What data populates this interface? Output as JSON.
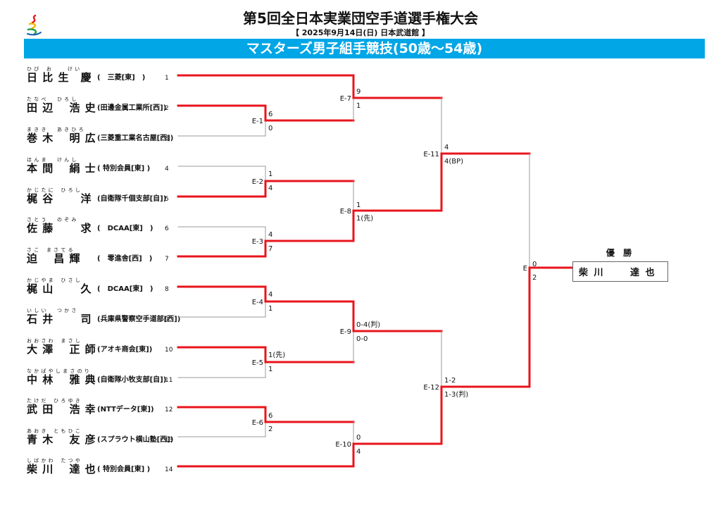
{
  "header": {
    "title": "第5回全日本実業団空手道選手権大会",
    "subtitle": "【 2025年9月14日(日) 日本武道館 】",
    "banner": "マスターズ男子組手競技(50歳～54歳)"
  },
  "entries": [
    {
      "no": "1",
      "ruby": "ひ び　 お　　　け い",
      "name": "日 比 生　慶",
      "aff": "(　三菱[東]　)"
    },
    {
      "no": "2",
      "ruby": "た な べ　　ひ ろ し",
      "name": "田 辺　 浩 史",
      "aff": "(田邊金属工業所[西])"
    },
    {
      "no": "3",
      "ruby": "ま き き　　あ き ひ ろ",
      "name": "巻 木　 明 広",
      "aff": "(三菱重工業名古屋[西])"
    },
    {
      "no": "4",
      "ruby": "ほ ん ま　　け ん し",
      "name": "本 間　 絹 士",
      "aff": "( 特別会員[東] )"
    },
    {
      "no": "5",
      "ruby": "か じ た に　 ひ ろ し",
      "name": "梶 谷　　 洋",
      "aff": "(自衛隊千個支部[自])"
    },
    {
      "no": "6",
      "ruby": "さ と う　　の ぞ み",
      "name": "佐 藤　　 求",
      "aff": "(　DCAA[東]　)"
    },
    {
      "no": "7",
      "ruby": "さ こ　 ま さ て る",
      "name": "迫　 昌 輝",
      "aff": "(　零進舎[西]　)"
    },
    {
      "no": "8",
      "ruby": "か じ や ま　 ひ さ し",
      "name": "梶 山　　 久",
      "aff": "(　DCAA[東]　)"
    },
    {
      "no": "9",
      "ruby": "い し い　　つ か さ",
      "name": "石 井　　 司",
      "aff": "(兵庫県警察空手道部[西])"
    },
    {
      "no": "10",
      "ruby": "お お さ わ　 ま さ し",
      "name": "大 澤　 正 師",
      "aff": "(アオキ商会[東])"
    },
    {
      "no": "11",
      "ruby": "な か ば や し ま さ の り",
      "name": "中 林　 雅 典",
      "aff": "(自衛隊小牧支部[自])"
    },
    {
      "no": "12",
      "ruby": "た け だ　 ひ ろ ゆ き",
      "name": "武 田　 浩 幸",
      "aff": "(NTTデータ[東])"
    },
    {
      "no": "13",
      "ruby": "あ お き　 と も ひ こ",
      "name": "青 木　 友 彦",
      "aff": "(スプラウト横山塾[西])"
    },
    {
      "no": "14",
      "ruby": "し ば か わ　 た つ や",
      "name": "柴 川　 達 也",
      "aff": "( 特別会員[東] )"
    }
  ],
  "matches": [
    {
      "id": "E-1",
      "top_score": "6",
      "bottom_score": "0"
    },
    {
      "id": "E-2",
      "top_score": "1",
      "bottom_score": "4"
    },
    {
      "id": "E-3",
      "top_score": "4",
      "bottom_score": "7"
    },
    {
      "id": "E-4",
      "top_score": "4",
      "bottom_score": "1"
    },
    {
      "id": "E-5",
      "top_score": "1(先)",
      "bottom_score": "1"
    },
    {
      "id": "E-6",
      "top_score": "6",
      "bottom_score": "2"
    },
    {
      "id": "E-7",
      "top_score": "9",
      "bottom_score": "1"
    },
    {
      "id": "E-8",
      "top_score": "1",
      "bottom_score": "1(先)"
    },
    {
      "id": "E-9",
      "top_score": "0-4(判)",
      "bottom_score": "0-0"
    },
    {
      "id": "E-10",
      "top_score": "0",
      "bottom_score": "4"
    },
    {
      "id": "E-11",
      "top_score": "4",
      "bottom_score": "4(BP)"
    },
    {
      "id": "E-12",
      "top_score": "1-2",
      "bottom_score": "1-3(判)"
    },
    {
      "id": "E",
      "top_score": "0",
      "bottom_score": "2"
    }
  ],
  "champion": {
    "label": "優 勝",
    "name": "柴 川　　 達 也"
  },
  "colors": {
    "winner_line": "#e8141c",
    "loser_line": "#999999",
    "banner": "#00a6e6"
  }
}
